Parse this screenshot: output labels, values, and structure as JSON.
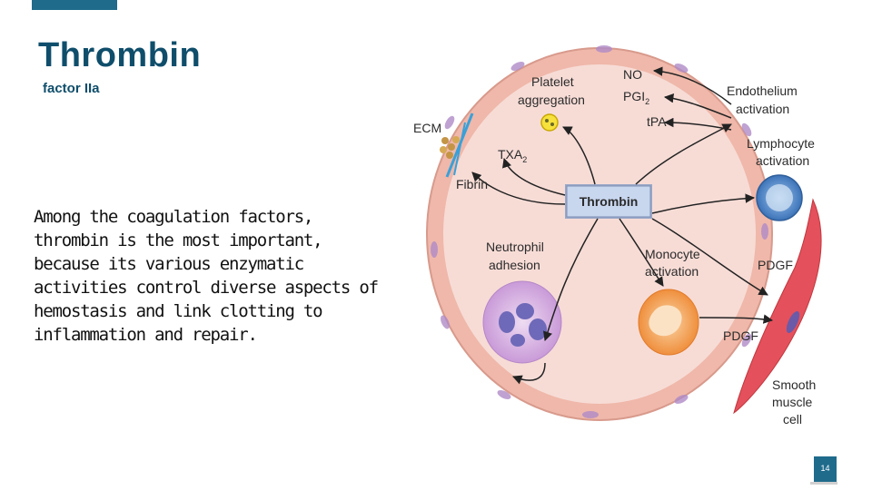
{
  "slide": {
    "title": "Thrombin",
    "subtitle": "factor IIa",
    "body": "Among the coagulation factors,\nthrombin is the most important,\nbecause its various enzymatic\nactivities control diverse aspects of\nhemostasis and link clotting to\ninflammation and repair.",
    "page_number": "14"
  },
  "diagram": {
    "center": "Thrombin",
    "ecm": "ECM",
    "fibrin": "Fibrin",
    "platelet": [
      "Platelet",
      "aggregation"
    ],
    "txa2": "TXA",
    "txa2_sub": "2",
    "no": "NO",
    "pgi2": "PGI",
    "pgi2_sub": "2",
    "tpa": "tPA",
    "endothelium": [
      "Endothelium",
      "activation"
    ],
    "lymphocyte": [
      "Lymphocyte",
      "activation"
    ],
    "neutrophil": [
      "Neutrophil",
      "adhesion"
    ],
    "monocyte": [
      "Monocyte",
      "activation"
    ],
    "pdgf_right": "PDGF",
    "pdgf_lower": "PDGF",
    "smooth_muscle": [
      "Smooth",
      "muscle",
      "cell"
    ],
    "colors": {
      "vessel_interior": "#f6d9d3",
      "endothelial_cell": "#efb8aa",
      "nucleus": "#b08bc7",
      "thrombin_box": "#c8d6ee",
      "smooth_muscle": "#e4505b",
      "monocyte": "#f4a25b",
      "lymphocyte": "#4f86c6",
      "neutrophil": "#d7b5e0"
    }
  }
}
